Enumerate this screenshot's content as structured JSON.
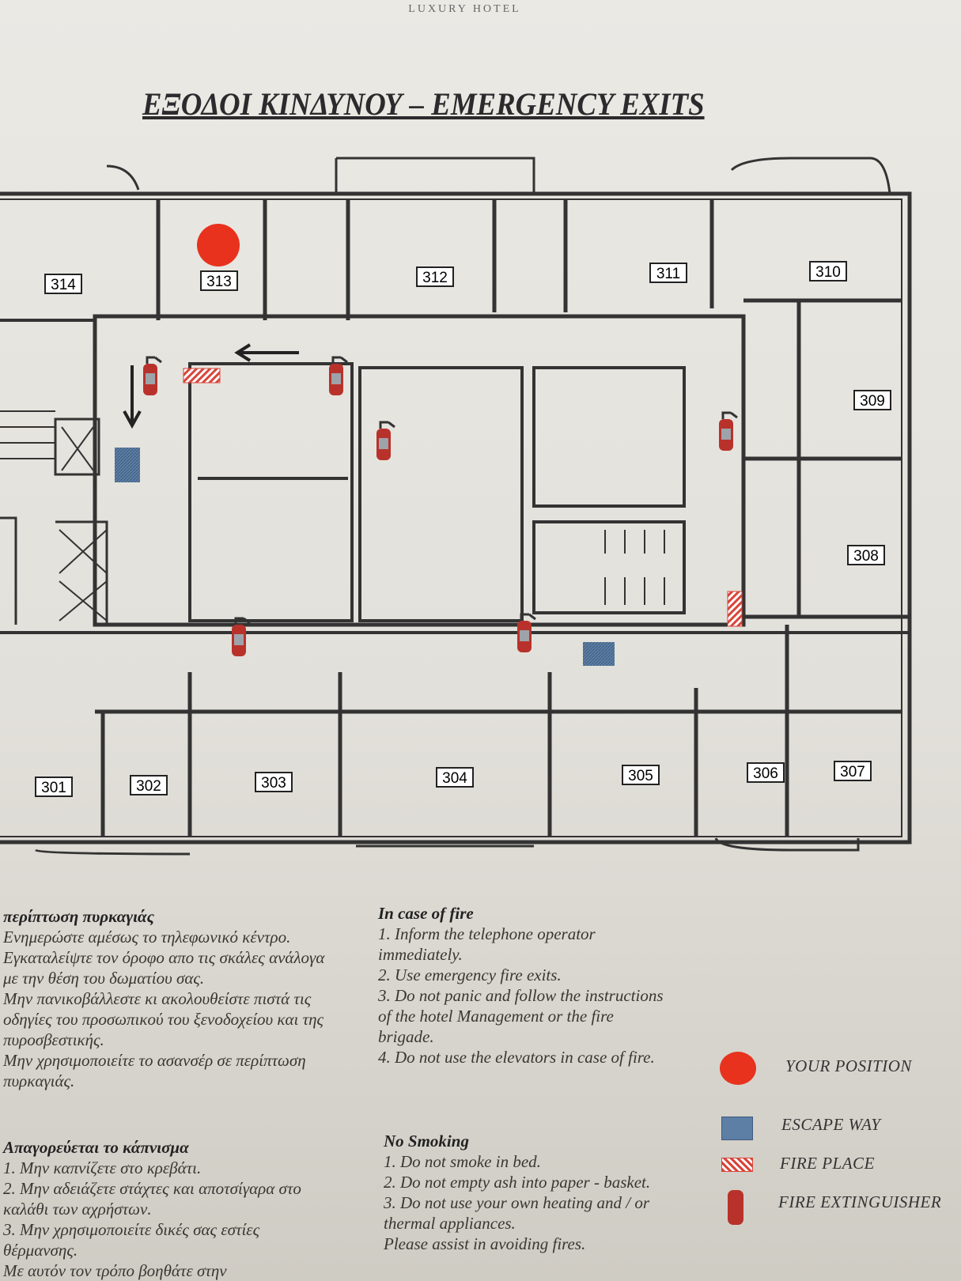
{
  "brand": "LUXURY HOTEL",
  "title": "ΕΞΟΔΟΙ ΚΙΝΔΥΝΟΥ – EMERGENCY EXITS",
  "rooms": [
    "314",
    "313",
    "312",
    "311",
    "310",
    "309",
    "308",
    "301",
    "302",
    "303",
    "304",
    "305",
    "306",
    "307"
  ],
  "colors": {
    "position": "#e8321e",
    "escape": "#5d7fa6",
    "fireplace": "#d8453a",
    "extinguisher": "#b8322b"
  },
  "greek": {
    "fire_heading": "περίπτωση πυρκαγιάς",
    "fire_items": [
      "Ενημερώστε αμέσως το τηλεφωνικό κέντρο.",
      "Εγκαταλείψτε τον όροφο απο τις σκάλες ανάλογα με την θέση του δωματίου σας.",
      "Μην πανικοβάλλεστε κι ακολουθείστε πιστά τις οδηγίες του προσωπικού του ξενοδοχείου και της πυροσβεστικής.",
      "Μην χρησιμοποιείτε το ασανσέρ σε περίπτωση πυρκαγιάς."
    ],
    "smoke_heading": "Απαγορεύεται το κάπνισμα",
    "smoke_items": [
      "1. Μην καπνίζετε στο κρεβάτι.",
      "2. Μην αδειάζετε στάχτες και αποτσίγαρα στο καλάθι των αχρήστων.",
      "3. Μην χρησιμοποιείτε δικές σας εστίες θέρμανσης.",
      "Με αυτόν τον τρόπο βοηθάτε στην"
    ]
  },
  "english": {
    "fire_heading": "In case of fire",
    "fire_items": [
      "1. Inform the telephone operator immediately.",
      "2. Use emergency fire exits.",
      "3. Do not panic and follow the instructions of the hotel Management or the fire brigade.",
      "4. Do not use the elevators in case of fire."
    ],
    "smoke_heading": "No Smoking",
    "smoke_items": [
      "1. Do not smoke in bed.",
      "2. Do not empty ash into paper - basket.",
      "3. Do not use your own heating and / or thermal appliances.",
      "Please assist in avoiding fires."
    ]
  },
  "legend": {
    "position": "YOUR POSITION",
    "escape": "ESCAPE WAY",
    "fireplace": "FIRE PLACE",
    "extinguisher": "FIRE EXTINGUISHER"
  }
}
